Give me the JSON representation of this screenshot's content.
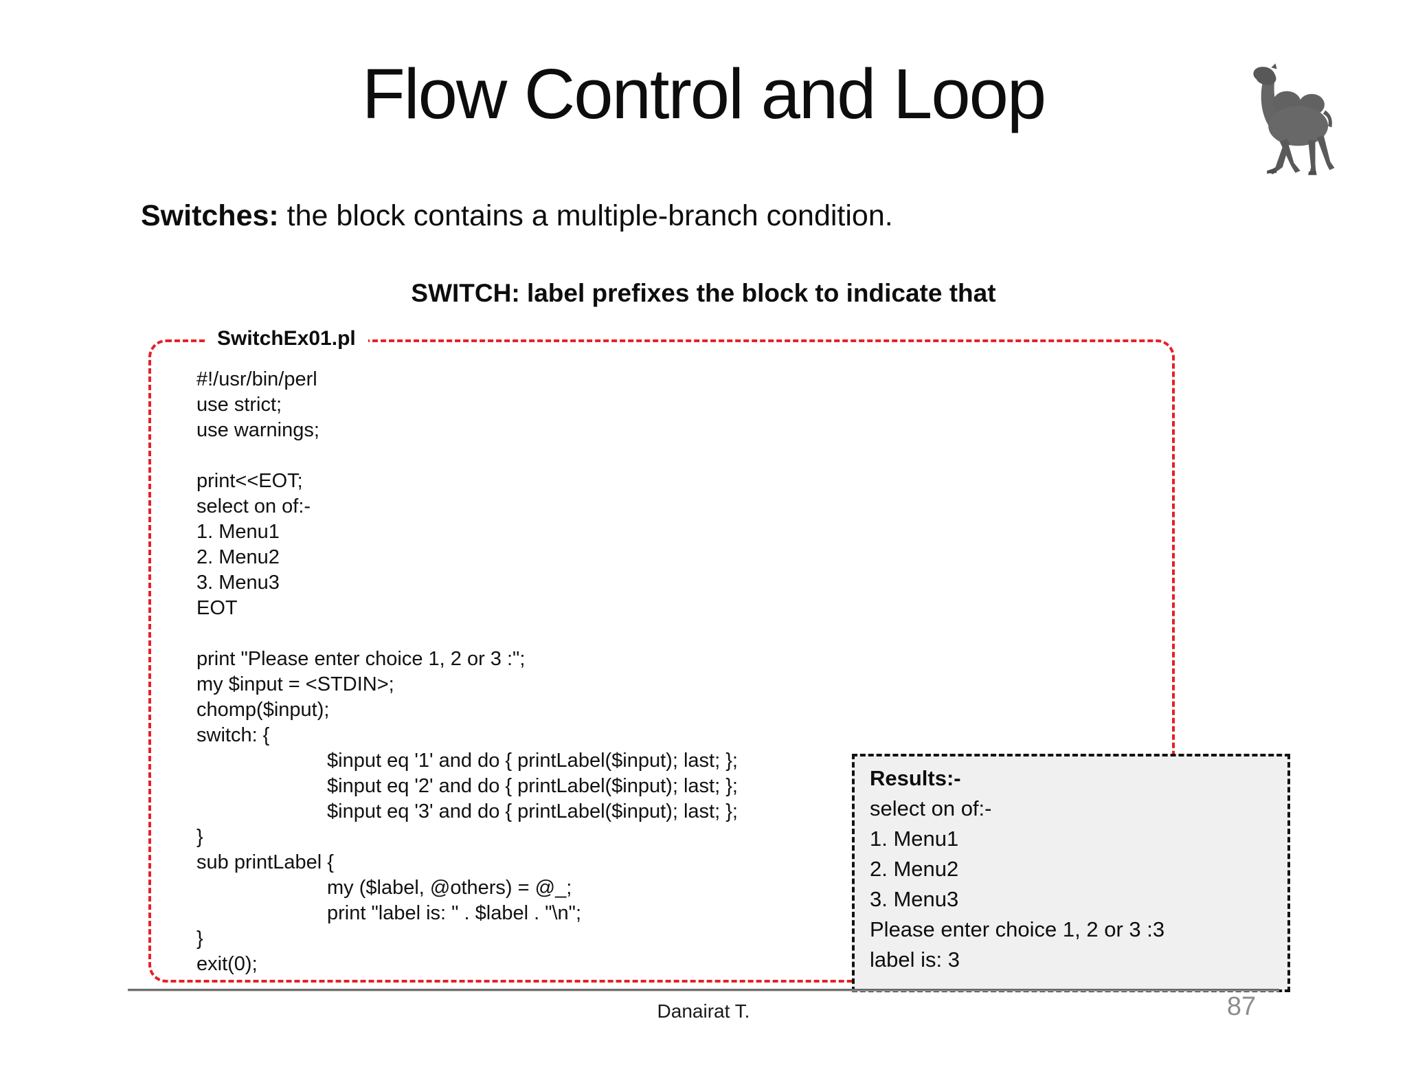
{
  "slide": {
    "title": "Flow Control and Loop",
    "intro": {
      "bold": "Switches:",
      "rest": " the block contains a multiple-branch condition."
    },
    "section_heading": "SWITCH: label prefixes the block to indicate that",
    "code_box": {
      "label": "SwitchEx01.pl",
      "code_lines": [
        {
          "t": "#!/usr/bin/perl",
          "i": 0
        },
        {
          "t": "use strict;",
          "i": 0
        },
        {
          "t": "use warnings;",
          "i": 0
        },
        {
          "t": "",
          "i": 0
        },
        {
          "t": "print<<EOT;",
          "i": 0
        },
        {
          "t": "select on of:-",
          "i": 0
        },
        {
          "t": "1. Menu1",
          "i": 0
        },
        {
          "t": "2. Menu2",
          "i": 0
        },
        {
          "t": "3. Menu3",
          "i": 0
        },
        {
          "t": "EOT",
          "i": 0
        },
        {
          "t": "",
          "i": 0
        },
        {
          "t": "print \"Please enter choice 1, 2 or 3 :\";",
          "i": 0
        },
        {
          "t": "my $input = <STDIN>;",
          "i": 0
        },
        {
          "t": "chomp($input);",
          "i": 0
        },
        {
          "t": "switch: {",
          "i": 0
        },
        {
          "t": "$input eq '1' and do { printLabel($input); last; };",
          "i": 1
        },
        {
          "t": "$input eq '2' and do { printLabel($input); last; };",
          "i": 1
        },
        {
          "t": "$input eq '3' and do { printLabel($input); last; };",
          "i": 1
        },
        {
          "t": "}",
          "i": 0
        },
        {
          "t": "sub printLabel {",
          "i": 0
        },
        {
          "t": "my ($label, @others) = @_;",
          "i": 1
        },
        {
          "t": "print \"label is: \" . $label . \"\\n\";",
          "i": 1
        },
        {
          "t": "}",
          "i": 0
        },
        {
          "t": "exit(0);",
          "i": 0
        }
      ]
    },
    "results_box": {
      "heading": "Results:-",
      "lines": [
        "select on of:-",
        "1. Menu1",
        "2. Menu2",
        "3. Menu3",
        "Please enter choice 1, 2 or 3 :3",
        "label is: 3"
      ]
    },
    "footer": {
      "author": "Danairat T.",
      "page_number": "87"
    },
    "icons": {
      "camel": "perl-camel-icon"
    },
    "colors": {
      "accent_red": "#e6202a",
      "results_border": "#121212",
      "results_bg": "#f0f0f0",
      "separator_gray": "#6e6e6e",
      "page_number_gray": "#8c8c8c"
    }
  }
}
